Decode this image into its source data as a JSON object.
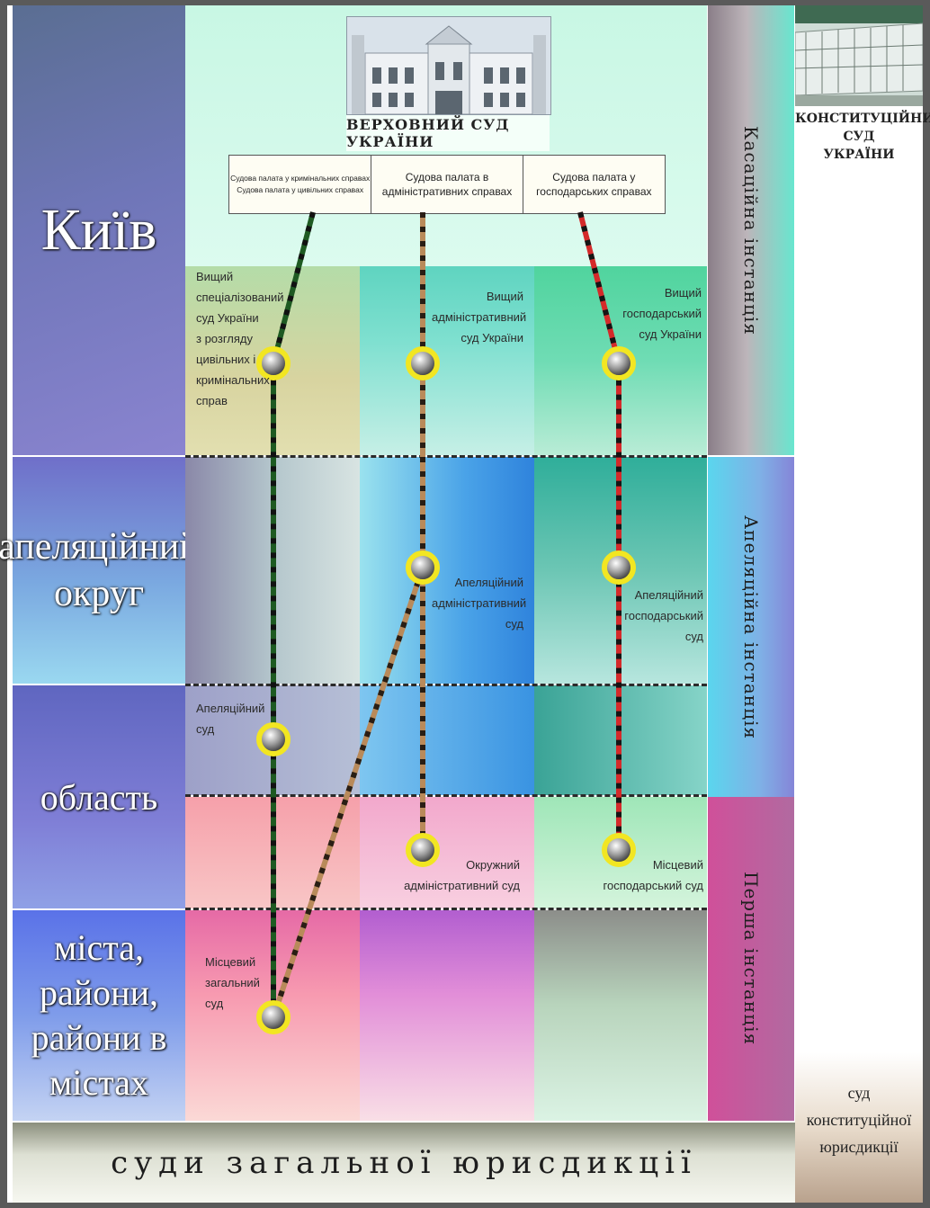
{
  "levels": {
    "kyiv": "Київ",
    "appeal_district": [
      "апеляційний",
      "округ"
    ],
    "oblast": "область",
    "cities": [
      "міста, райони,",
      "райони в",
      "містах"
    ]
  },
  "supreme_court": {
    "name": "ВЕРХОВНИЙ СУД УКРАЇНИ",
    "chambers": [
      [
        "Судова палата у кримінальних справах",
        "Судова палата у цивільних справах"
      ],
      [
        "Судова палата в",
        "адміністративних справах"
      ],
      [
        "Судова палата у",
        "господарських справах"
      ]
    ]
  },
  "courts": {
    "high_civil": [
      "Вищий",
      "спеціалізований",
      "суд України",
      "з розгляду",
      "цивільних і",
      "кримінальних",
      "справ"
    ],
    "high_admin": [
      "Вищий",
      "адміністративний",
      "суд України"
    ],
    "high_commercial": [
      "Вищий",
      "господарський",
      "суд України"
    ],
    "appeal_admin": [
      "Апеляційний",
      "адміністративний",
      "суд"
    ],
    "appeal_commercial": [
      "Апеляційний",
      "господарський",
      "суд"
    ],
    "appeal_general": [
      "Апеляційний",
      "суд"
    ],
    "district_admin": [
      "Окружний",
      "адміністративний суд"
    ],
    "local_commercial": [
      "Місцевий",
      "господарський суд"
    ],
    "local_general": [
      "Місцевий",
      "загальний",
      "суд"
    ]
  },
  "instances": {
    "cassation": "Касаційна інстанція",
    "appeal": "Апеляційна інстанція",
    "first": "Перша інстанція"
  },
  "constitutional": {
    "title": [
      "КОНСТИТУЦІЙНИЙ",
      "СУД",
      "УКРАЇНИ"
    ],
    "jurisdiction": [
      "суд",
      "конституційної",
      "юрисдикції"
    ]
  },
  "general_jurisdiction": "суди загальної юрисдикції",
  "colors": {
    "line_civil": "#1e5a22",
    "line_admin": "#b98a5a",
    "line_commercial": "#d42a2a",
    "node_ring": "#f2e622",
    "node_center": "#9a9a9a"
  }
}
